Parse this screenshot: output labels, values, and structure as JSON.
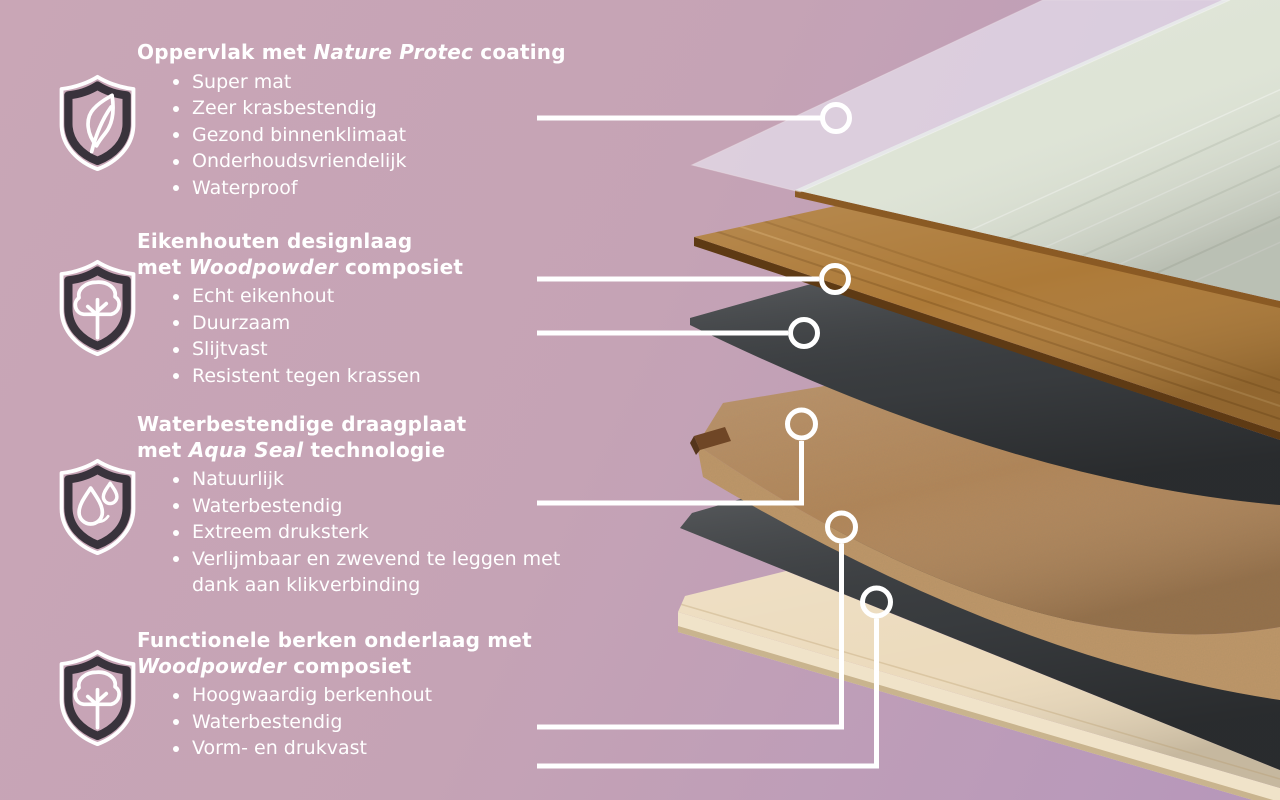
{
  "background": {
    "top_left": "#c9a6b6",
    "bottom_right": "#b697bb"
  },
  "text_color": "#ffffff",
  "shield_dark": "#39333c",
  "blocks": [
    {
      "icon": "shield-leaf",
      "title": {
        "line1_pre": "Oppervlak met ",
        "line1_italic": "Nature Protec",
        "line1_post": " coating",
        "line2_pre": "",
        "line2_italic": "",
        "line2_post": ""
      },
      "bullets": [
        "Super mat",
        "Zeer krasbestendig",
        "Gezond binnenklimaat",
        "Onderhoudsvriendelijk",
        "Waterproof"
      ]
    },
    {
      "icon": "shield-tree",
      "title": {
        "line1_pre": "Eikenhouten designlaag",
        "line1_italic": "",
        "line1_post": "",
        "line2_pre": "met ",
        "line2_italic": "Woodpowder",
        "line2_post": " composiet"
      },
      "bullets": [
        "Echt eikenhout",
        "Duurzaam",
        "Slijtvast",
        "Resistent tegen krassen"
      ]
    },
    {
      "icon": "shield-drops",
      "title": {
        "line1_pre": "Waterbestendige draagplaat",
        "line1_italic": "",
        "line1_post": "",
        "line2_pre": "met ",
        "line2_italic": "Aqua Seal",
        "line2_post": " technologie"
      },
      "bullets": [
        "Natuurlijk",
        "Waterbestendig",
        "Extreem druksterk",
        "Verlijmbaar en zwevend te leggen met dank aan klikverbinding"
      ]
    },
    {
      "icon": "shield-tree",
      "title": {
        "line1_pre": "Functionele berken onderlaag met",
        "line1_italic": "",
        "line1_post": "",
        "line2_pre": "",
        "line2_italic": "Woodpowder",
        "line2_post": " composiet"
      },
      "bullets": [
        "Hoogwaardig berkenhout",
        "Waterbestendig",
        "Vorm- en drukvast"
      ]
    }
  ],
  "layers": {
    "coating": {
      "label": "Nature Protec coating sheet",
      "fill": "#eceaf6"
    },
    "oak_surface": {
      "label": "oak design surface",
      "fill": "#dee4d6",
      "edge": "#8a5a24"
    },
    "oak_veneer": {
      "label": "oak veneer plank",
      "fill": "#ad7a38",
      "edge": "#5e3a14"
    },
    "composite_upper": {
      "label": "woodpowder composite upper",
      "fill": "#3b3e41"
    },
    "core_board": {
      "label": "aqua seal core board",
      "fill": "#b28557",
      "face": "#bf9768",
      "tongue": "#6f4626",
      "tongue_end": "#55351c"
    },
    "composite_lower": {
      "label": "woodpowder composite lower",
      "fill": "#3b3e41"
    },
    "birch": {
      "label": "birch underlay",
      "fill": "#ecdbbd",
      "face": "#f0e3c9",
      "edge": "#c9b48e"
    }
  },
  "callouts": {
    "line_color": "#ffffff"
  }
}
